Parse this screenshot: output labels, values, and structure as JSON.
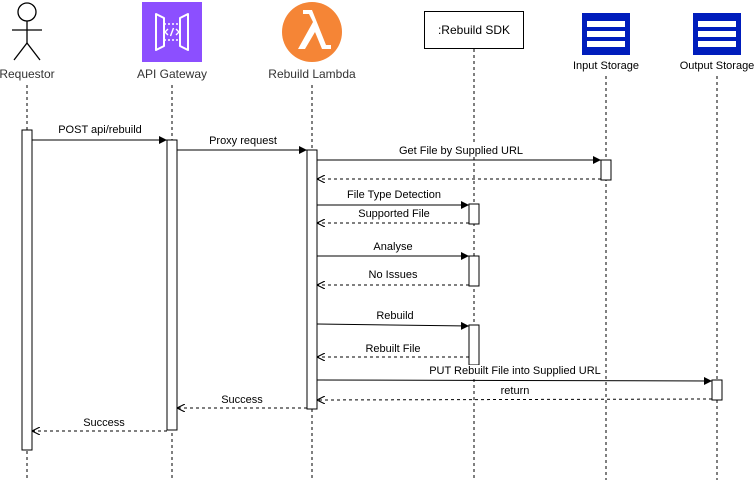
{
  "participants": {
    "requestor": {
      "label": "Requestor"
    },
    "api_gateway": {
      "label": "API Gateway",
      "color": "#8C4FFF"
    },
    "rebuild_lambda": {
      "label": "Rebuild Lambda",
      "color": "#F58536"
    },
    "rebuild_sdk": {
      "label": ":Rebuild SDK"
    },
    "input_storage": {
      "label": "Input Storage",
      "color": "#001DBC"
    },
    "output_storage": {
      "label": "Output Storage",
      "color": "#001DBC"
    }
  },
  "messages": [
    {
      "label": "POST api/rebuild",
      "from": "requestor",
      "to": "api_gateway",
      "kind": "call"
    },
    {
      "label": "Proxy request",
      "from": "api_gateway",
      "to": "rebuild_lambda",
      "kind": "call"
    },
    {
      "label": "Get File by Supplied URL",
      "from": "rebuild_lambda",
      "to": "input_storage",
      "kind": "call"
    },
    {
      "label": "",
      "from": "input_storage",
      "to": "rebuild_lambda",
      "kind": "return"
    },
    {
      "label": "File Type Detection",
      "from": "rebuild_lambda",
      "to": "rebuild_sdk",
      "kind": "call"
    },
    {
      "label": "Supported File",
      "from": "rebuild_sdk",
      "to": "rebuild_lambda",
      "kind": "return"
    },
    {
      "label": "Analyse",
      "from": "rebuild_lambda",
      "to": "rebuild_sdk",
      "kind": "call"
    },
    {
      "label": "No Issues",
      "from": "rebuild_sdk",
      "to": "rebuild_lambda",
      "kind": "return"
    },
    {
      "label": "Rebuild",
      "from": "rebuild_lambda",
      "to": "rebuild_sdk",
      "kind": "call"
    },
    {
      "label": "Rebuilt File",
      "from": "rebuild_sdk",
      "to": "rebuild_lambda",
      "kind": "return"
    },
    {
      "label": "PUT Rebuilt File into Supplied URL",
      "from": "rebuild_lambda",
      "to": "output_storage",
      "kind": "call"
    },
    {
      "label": "return",
      "from": "output_storage",
      "to": "rebuild_lambda",
      "kind": "return"
    },
    {
      "label": "Success",
      "from": "rebuild_lambda",
      "to": "api_gateway",
      "kind": "return"
    },
    {
      "label": "Success",
      "from": "api_gateway",
      "to": "requestor",
      "kind": "return"
    }
  ]
}
